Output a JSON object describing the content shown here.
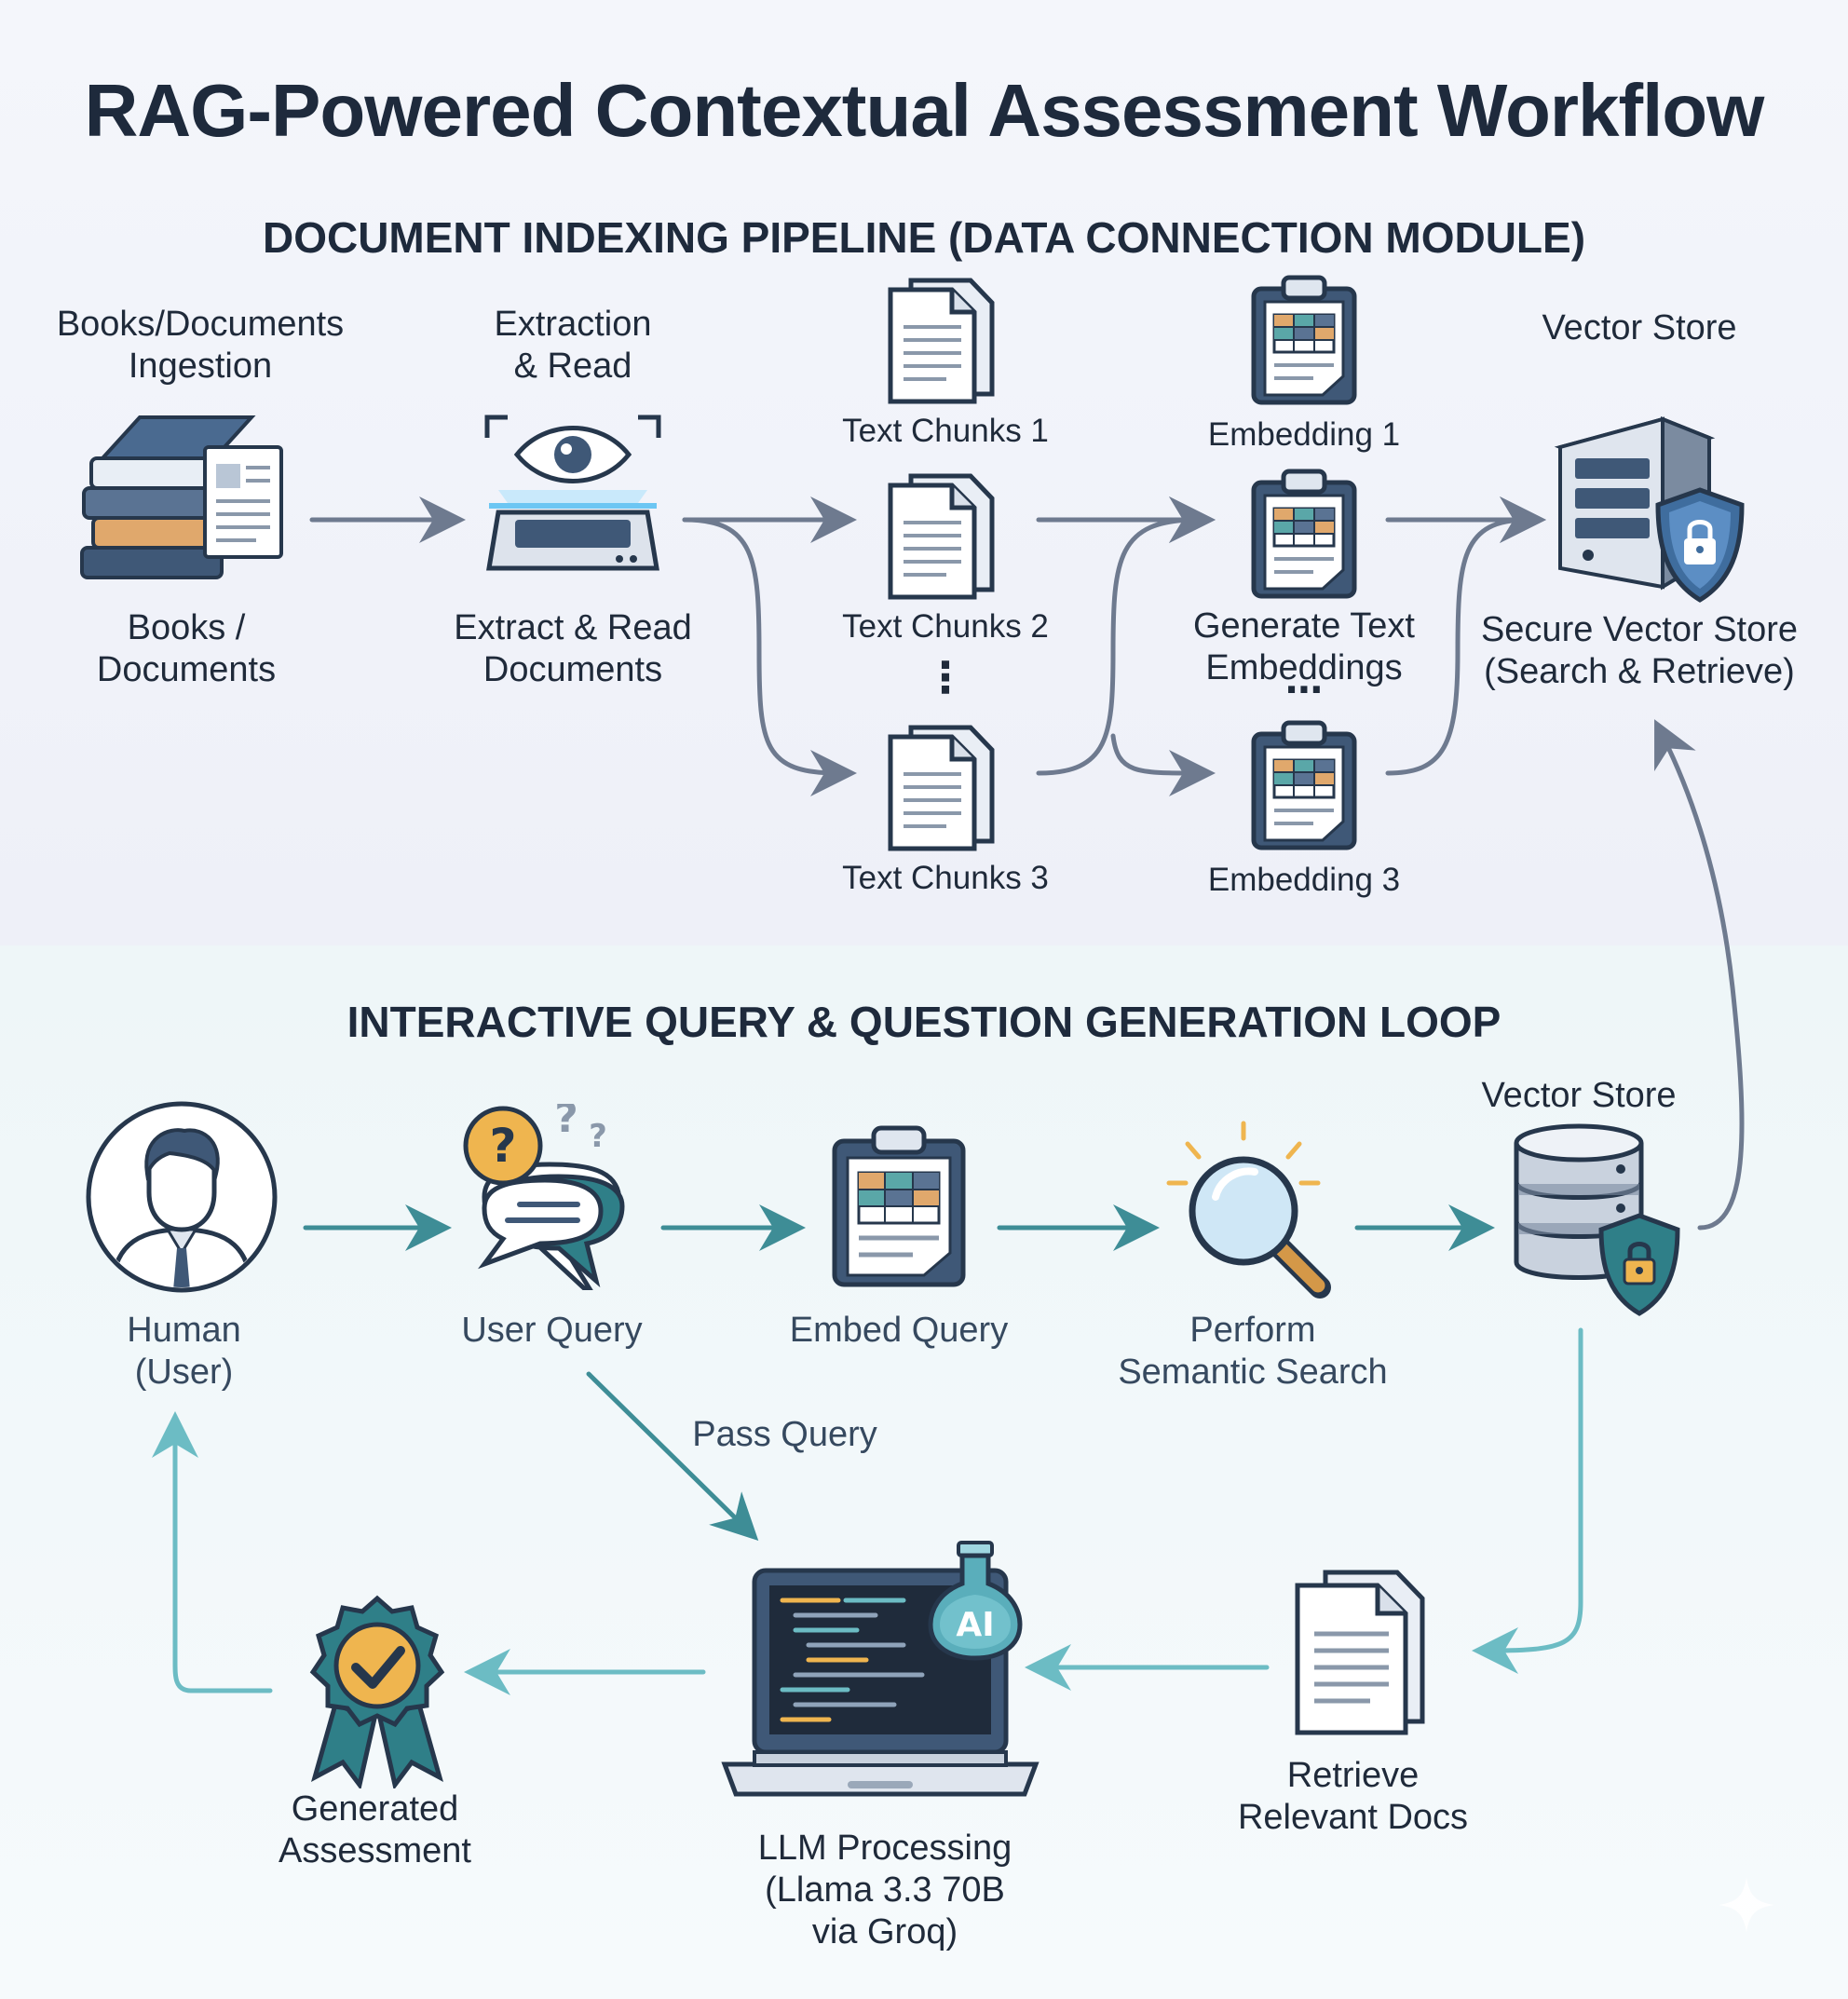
{
  "title": "RAG-Powered Contextual Assessment Workflow",
  "indexing": {
    "section_title": "DOCUMENT INDEXING PIPELINE (DATA CONNECTION MODULE)",
    "ingestion_caption": "Books/Documents\nIngestion",
    "books_label": "Books /\nDocuments",
    "extraction_caption": "Extraction\n& Read",
    "extract_label": "Extract & Read\nDocuments",
    "chunk1_label": "Text Chunks 1",
    "chunk2_label": "Text Chunks 2",
    "chunk3_label": "Text Chunks 3",
    "chunk_ellipsis": "⋮",
    "embedding1_label": "Embedding 1",
    "generate_label": "Generate Text\nEmbeddings",
    "embedding_ellipsis": "⋯",
    "embedding3_label": "Embedding 3",
    "vector_store_caption": "Vector Store",
    "secure_store_label": "Secure Vector Store\n(Search & Retrieve)"
  },
  "query_loop": {
    "section_title": "INTERACTIVE QUERY & QUESTION GENERATION LOOP",
    "human_label": "Human\n(User)",
    "user_query_label": "User Query",
    "embed_query_label": "Embed Query",
    "semantic_search_label": "Perform\nSemantic Search",
    "vector_store_caption": "Vector Store",
    "pass_query_label": "Pass Query",
    "retrieve_label": "Retrieve\nRelevant Docs",
    "llm_label": "LLM Processing\n(Llama 3.3 70B\nvia Groq)",
    "llm_badge": "AI",
    "assessment_label": "Generated\nAssessment"
  },
  "colors": {
    "indexing_arrow": "#6e7a8f",
    "query_arrow": "#3e8d96",
    "query_arrow_light": "#6cbcc4",
    "title_text": "#1e2a3c"
  },
  "icons": [
    "books-icon",
    "scanner-icon",
    "document-icon",
    "clipboard-icon",
    "server-icon",
    "shield-lock-icon",
    "user-icon",
    "chat-question-icon",
    "magnifier-icon",
    "database-icon",
    "laptop-icon",
    "flask-icon",
    "badge-check-icon"
  ]
}
